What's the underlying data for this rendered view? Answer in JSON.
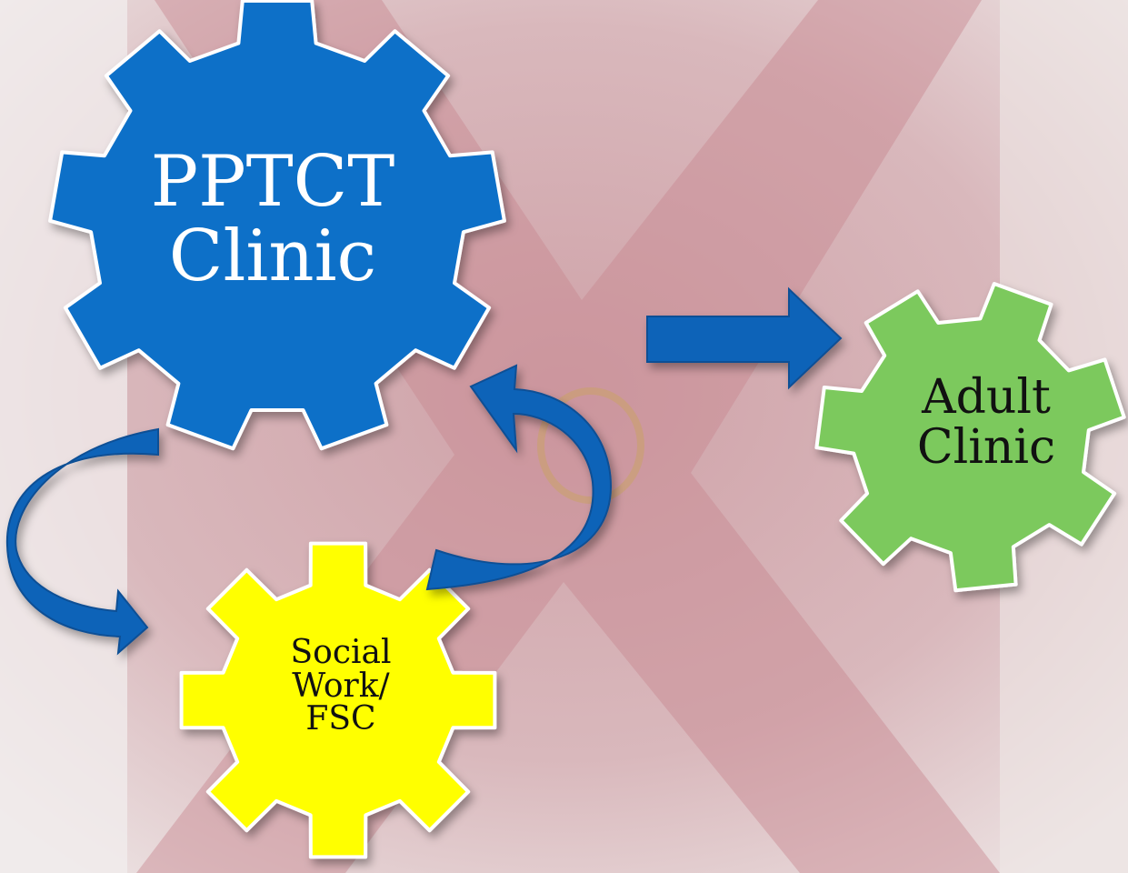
{
  "background": {
    "description_color": "#d8b2b8",
    "accent_red": "#b8232f"
  },
  "gears": {
    "pptct": {
      "label_line1": "PPTCT",
      "label_line2": "Clinic",
      "color": "#1170c8"
    },
    "adult": {
      "label_line1": "Adult",
      "label_line2": "Clinic",
      "color": "#7cc95d"
    },
    "social": {
      "label_line1": "Social",
      "label_line2": "Work/",
      "label_line3": "FSC",
      "color": "#ffff00"
    }
  },
  "arrows": {
    "color": "#1163b8",
    "dark_color": "#0d4f95"
  }
}
